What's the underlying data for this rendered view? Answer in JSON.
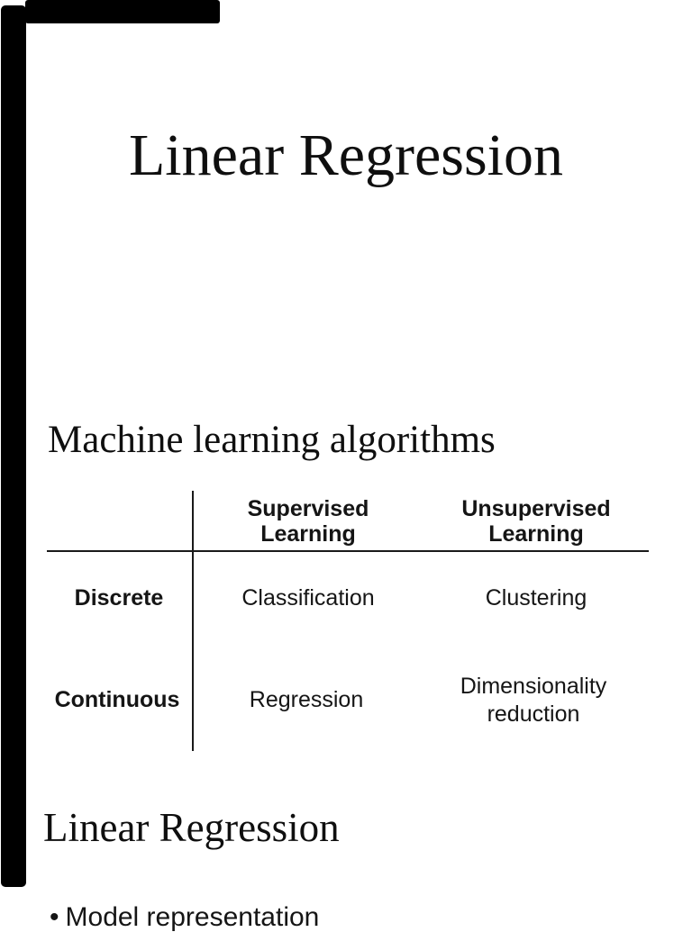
{
  "slide": {
    "title": "Linear Regression",
    "section_heading": "Machine learning algorithms",
    "subsection_heading": "Linear Regression",
    "bullet_glyph": "•",
    "bullet": "Model representation"
  },
  "table": {
    "headers": [
      "Supervised Learning",
      "Unsupervised Learning"
    ],
    "rows": [
      {
        "label": "Discrete",
        "cells": [
          "Classification",
          "Clustering"
        ]
      },
      {
        "label": "Continuous",
        "cells": [
          "Regression",
          "Dimensionality reduction"
        ]
      }
    ]
  },
  "colors": {
    "background": "#ffffff",
    "ink": "#0f0f0f",
    "table_rule": "#1a1a1a",
    "scan_artifact": "#000000"
  }
}
